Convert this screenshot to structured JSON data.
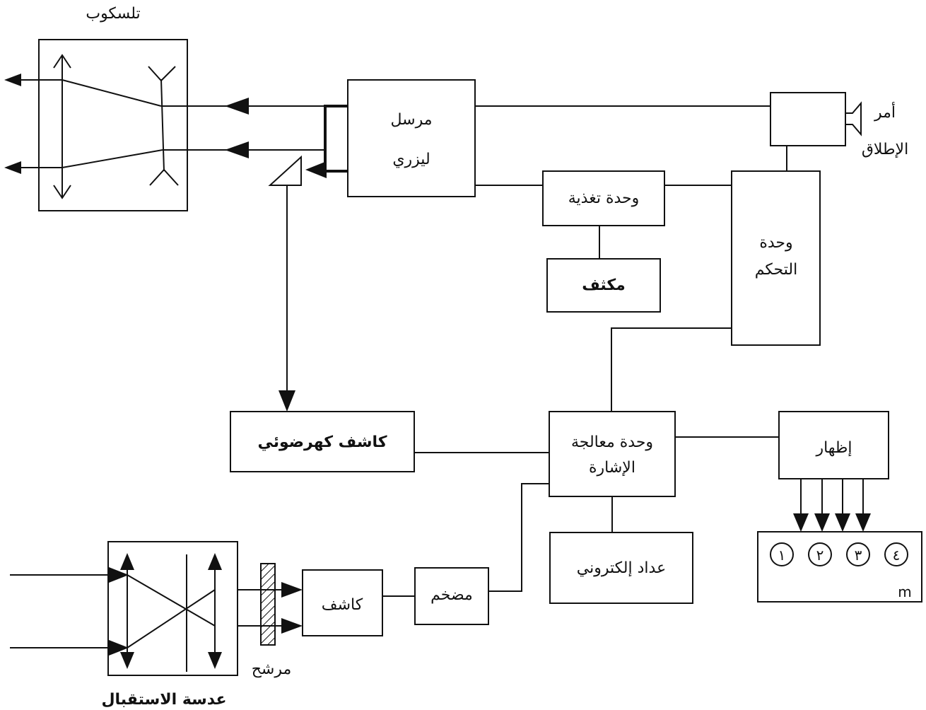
{
  "labels": {
    "telescope": "تلسكوب",
    "laser_transmitter_l1": "مرسل",
    "laser_transmitter_l2": "ليزري",
    "trigger_l1": "أمر",
    "trigger_l2": "الإطلاق",
    "power_unit": "وحدة تغذية",
    "capacitor": "مكثف",
    "control_unit_l1": "وحدة",
    "control_unit_l2": "التحكم",
    "photodetector": "كاشف كهرضوئي",
    "signal_processing_l1": "وحدة معالجة",
    "signal_processing_l2": "الإشارة",
    "display": "إظهار",
    "electronic_counter": "عداد إلكتروني",
    "detector": "كاشف",
    "amplifier": "مضخم",
    "filter": "مرشح",
    "receiving_lens": "عدسة الاستقبال",
    "digit_1": "١",
    "digit_2": "٢",
    "digit_3": "٣",
    "digit_4": "٤",
    "unit_m": "m"
  },
  "colors": {
    "stroke": "#111111",
    "background": "#ffffff"
  }
}
